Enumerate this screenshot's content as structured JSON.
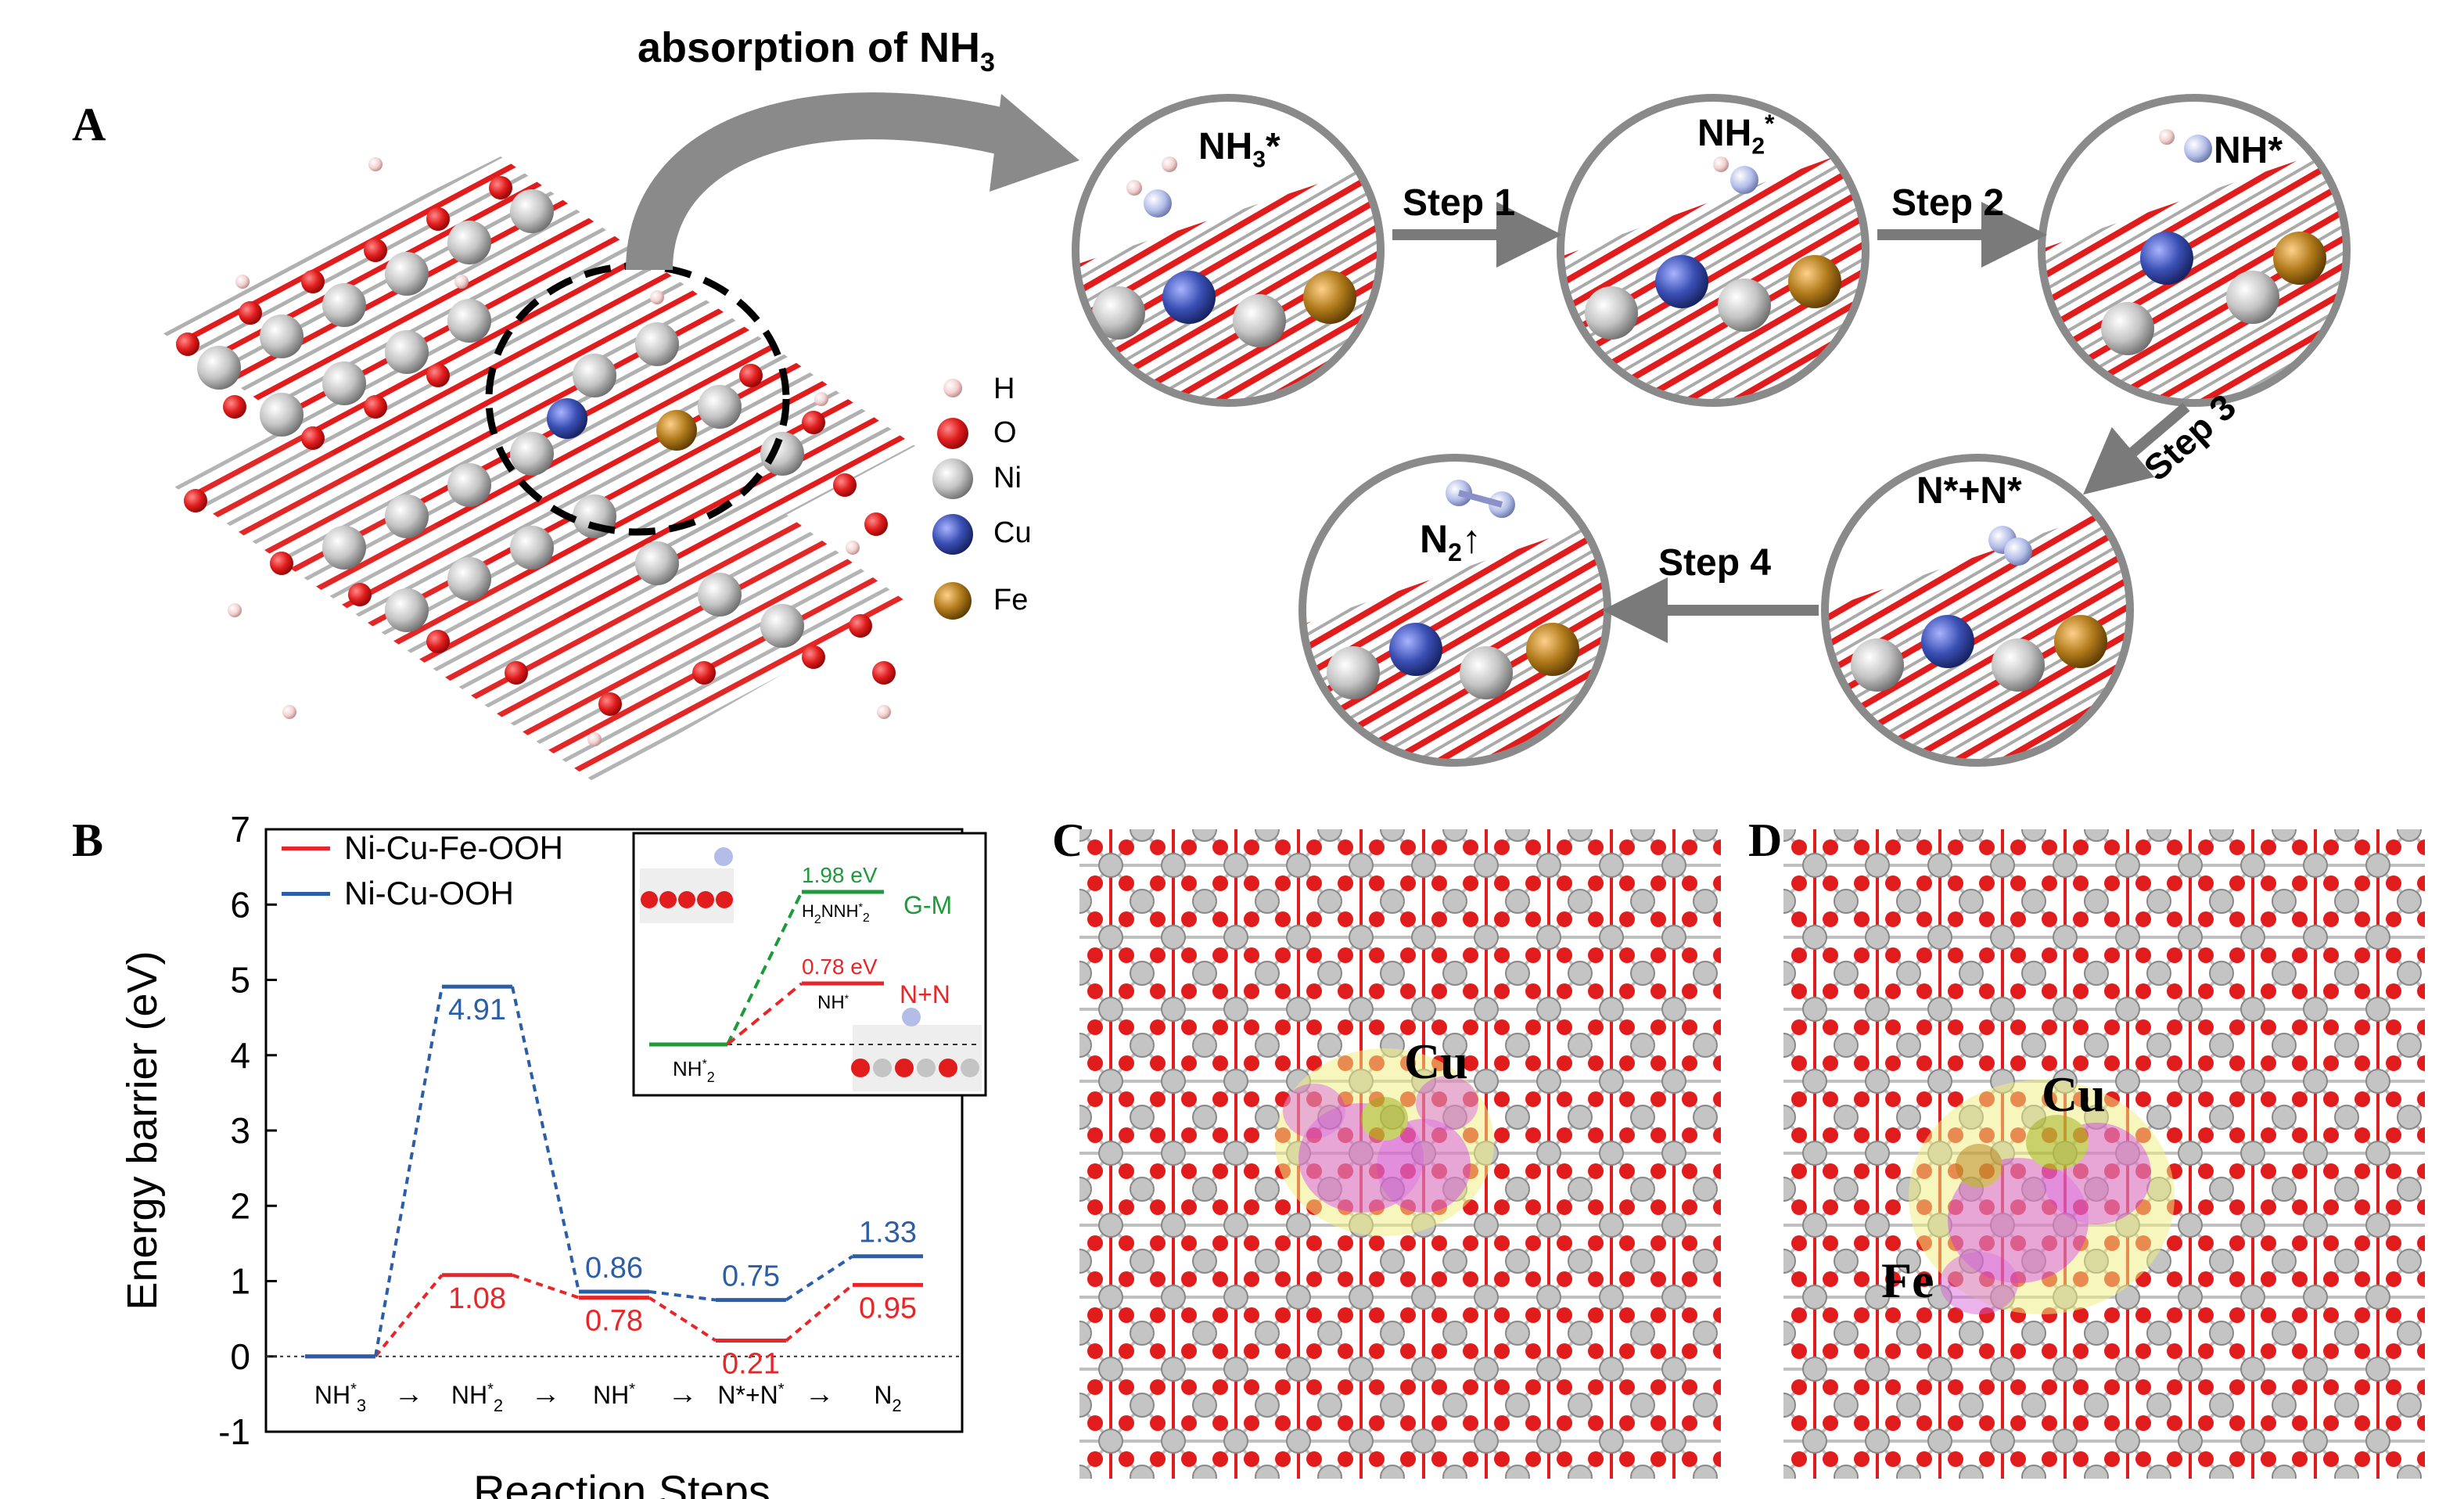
{
  "panels": {
    "a": "A",
    "b": "B",
    "c": "C",
    "d": "D"
  },
  "panel_a": {
    "arrow_label": "absorption of NH",
    "arrow_label_sub": "3",
    "legend": [
      {
        "label": "H",
        "color": "#f4d2d2"
      },
      {
        "label": "O",
        "color": "#e01c1c"
      },
      {
        "label": "Ni",
        "color": "#c4c4c4"
      },
      {
        "label": "Cu",
        "color": "#3a4fb4"
      },
      {
        "label": "Fe",
        "color": "#b07a1a"
      }
    ],
    "states": [
      {
        "main": "NH",
        "sub": "3",
        "sup": "*"
      },
      {
        "main": "NH",
        "sub": "2",
        "sup": "*"
      },
      {
        "main": "NH*",
        "sub": "",
        "sup": ""
      },
      {
        "main": "N*+N*",
        "sub": "",
        "sup": ""
      },
      {
        "main": "N",
        "sub": "2",
        "sup": "↑"
      }
    ],
    "steps": [
      "Step 1",
      "Step 2",
      "Step 3",
      "Step 4"
    ]
  },
  "panel_c": {
    "label": "Cu"
  },
  "panel_d": {
    "label_cu": "Cu",
    "label_fe": "Fe"
  },
  "chart_data": {
    "type": "line",
    "xlabel": "Reaction Steps",
    "ylabel": "Energy barrier (eV)",
    "ylim": [
      -1,
      7
    ],
    "yticks": [
      -1,
      0,
      1,
      2,
      3,
      4,
      5,
      6,
      7
    ],
    "categories": [
      {
        "base": "NH",
        "sub": "3",
        "sup": "*"
      },
      {
        "base": "NH",
        "sub": "2",
        "sup": "*"
      },
      {
        "base": "NH",
        "sub": "",
        "sup": "*"
      },
      {
        "base": "N*+N",
        "sub": "",
        "sup": "*"
      },
      {
        "base": "N",
        "sub": "2",
        "sup": ""
      }
    ],
    "arrow": "→",
    "series": [
      {
        "name": "Ni-Cu-Fe-OOH",
        "color": "#e8262a",
        "values": [
          0,
          1.08,
          0.78,
          0.21,
          0.95
        ]
      },
      {
        "name": "Ni-Cu-OOH",
        "color": "#2b5ea7",
        "values": [
          0,
          4.91,
          0.86,
          0.75,
          1.33
        ]
      }
    ],
    "labels": {
      "Ni-Cu-Fe-OOH": [
        "",
        "1.08",
        "0.78",
        "0.21",
        "0.95"
      ],
      "Ni-Cu-OOH": [
        "",
        "4.91",
        "0.86",
        "0.75",
        "1.33"
      ]
    },
    "inset": {
      "start": {
        "base": "NH",
        "sub": "2",
        "sup": "*"
      },
      "green": {
        "value": "1.98 eV",
        "species_a": "H",
        "species_sub_a": "2",
        "species_b": "NNH",
        "species_sub_b": "2",
        "species_sup": "*",
        "tag": "G-M",
        "color": "#1f9a3a"
      },
      "red": {
        "value": "0.78 eV",
        "species": "NH",
        "species_sup": "*",
        "tag": "N+N",
        "color": "#e8262a"
      }
    }
  }
}
